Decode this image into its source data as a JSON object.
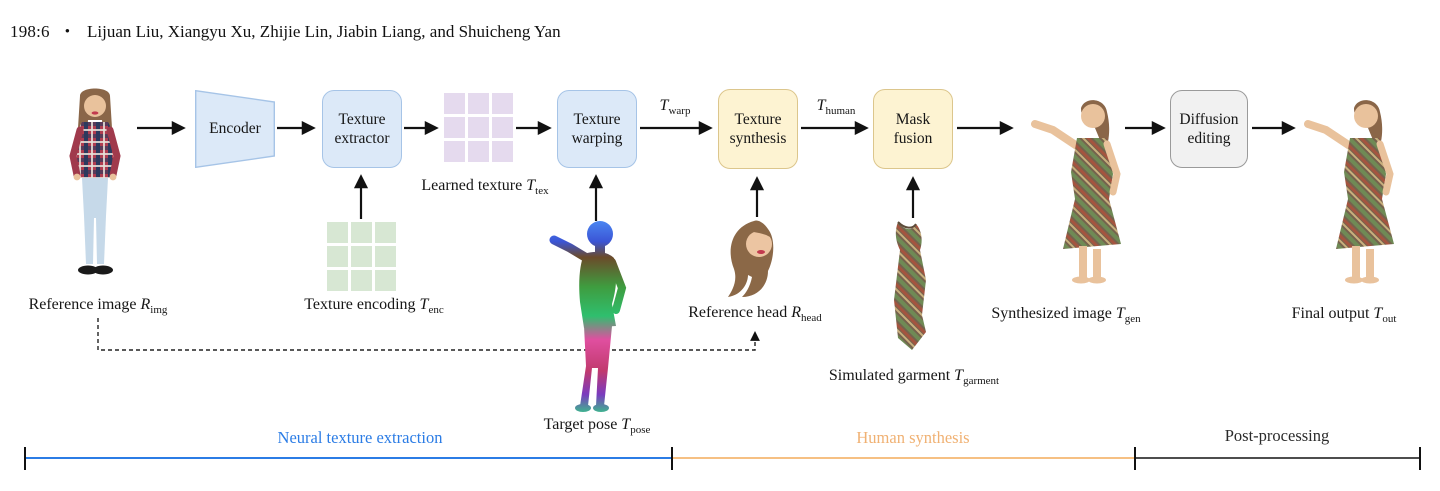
{
  "header": {
    "page_number": "198:6",
    "separator": "•",
    "authors": "Lijuan Liu, Xiangyu Xu, Zhijie Lin, Jiabin Liang, and Shuicheng Yan"
  },
  "pipeline": {
    "boxes": [
      {
        "id": "encoder",
        "label": "Encoder"
      },
      {
        "id": "texture-extractor",
        "label": "Texture extractor"
      },
      {
        "id": "texture-warping",
        "label": "Texture warping"
      },
      {
        "id": "texture-synthesis",
        "label": "Texture synthesis"
      },
      {
        "id": "mask-fusion",
        "label": "Mask fusion"
      },
      {
        "id": "diffusion-editing",
        "label": "Diffusion editing"
      }
    ],
    "arrow_labels": {
      "warp": {
        "var": "T",
        "sub": "warp"
      },
      "human": {
        "var": "T",
        "sub": "human"
      }
    }
  },
  "labels": {
    "reference_image": {
      "text": "Reference image ",
      "var": "R",
      "sub": "img"
    },
    "texture_encoding": {
      "text": "Texture encoding ",
      "var": "T",
      "sub": "enc"
    },
    "learned_texture": {
      "text": "Learned texture ",
      "var": "T",
      "sub": "tex"
    },
    "target_pose": {
      "text": "Target pose ",
      "var": "T",
      "sub": "pose"
    },
    "reference_head": {
      "text": "Reference head ",
      "var": "R",
      "sub": "head"
    },
    "simulated_garment": {
      "text": "Simulated garment ",
      "var": "T",
      "sub": "garment"
    },
    "synthesized_image": {
      "text": "Synthesized image ",
      "var": "T",
      "sub": "gen"
    },
    "final_output": {
      "text": "Final output ",
      "var": "T",
      "sub": "out"
    }
  },
  "stages": [
    {
      "label": "Neural texture extraction",
      "color": "#2b7ce5"
    },
    {
      "label": "Human synthesis",
      "color": "#f5ba78"
    },
    {
      "label": "Post-processing",
      "color": "#4d4d4d"
    }
  ],
  "colors": {
    "box_blue_fill": "#dce9f8",
    "box_blue_border": "#a6c4e7",
    "box_yellow_fill": "#fdf3d2",
    "box_yellow_border": "#dcc68c",
    "box_gray_fill": "#f1f1f1",
    "box_gray_border": "#9a9a9a",
    "grid_purple": "#e5daee",
    "grid_green": "#d7e7d3",
    "arrow": "#111111"
  }
}
